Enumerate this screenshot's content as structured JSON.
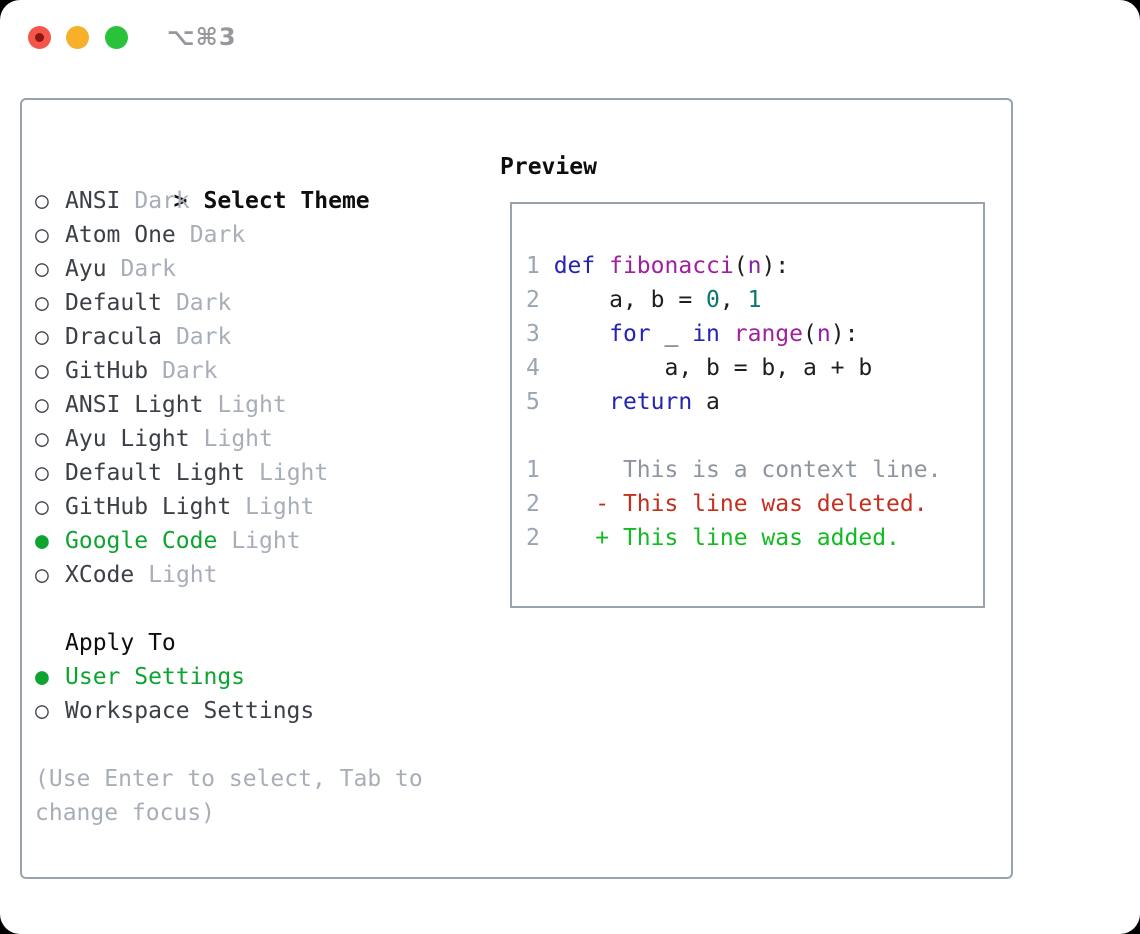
{
  "window": {
    "title": "⌥⌘3",
    "traffic_lights": [
      "close",
      "minimize",
      "zoom"
    ]
  },
  "picker": {
    "cursor": ">",
    "title": "Select Theme",
    "radio_unselected": "○",
    "radio_selected": "●",
    "items": [
      {
        "name": "ANSI",
        "variant": "Dark",
        "selected": false
      },
      {
        "name": "Atom One",
        "variant": "Dark",
        "selected": false
      },
      {
        "name": "Ayu",
        "variant": "Dark",
        "selected": false
      },
      {
        "name": "Default",
        "variant": "Dark",
        "selected": false
      },
      {
        "name": "Dracula",
        "variant": "Dark",
        "selected": false
      },
      {
        "name": "GitHub",
        "variant": "Dark",
        "selected": false
      },
      {
        "name": "ANSI Light",
        "variant": "Light",
        "selected": false
      },
      {
        "name": "Ayu Light",
        "variant": "Light",
        "selected": false
      },
      {
        "name": "Default Light",
        "variant": "Light",
        "selected": false
      },
      {
        "name": "GitHub Light",
        "variant": "Light",
        "selected": false
      },
      {
        "name": "Google Code",
        "variant": "Light",
        "selected": true
      },
      {
        "name": "XCode",
        "variant": "Light",
        "selected": false
      }
    ],
    "apply_to": {
      "label": "Apply To",
      "options": [
        {
          "name": "User Settings",
          "selected": true
        },
        {
          "name": "Workspace Settings",
          "selected": false
        }
      ]
    },
    "help_lines": [
      "(Use Enter to select, Tab to",
      "change focus)"
    ]
  },
  "preview": {
    "title": "Preview",
    "lines": [
      {
        "tokens": [
          [
            "ln",
            "1 "
          ],
          [
            "kw",
            "def"
          ],
          [
            "pl",
            " "
          ],
          [
            "fn",
            "fibonacci"
          ],
          [
            "pl",
            "("
          ],
          [
            "pm",
            "n"
          ],
          [
            "pl",
            "):"
          ]
        ]
      },
      {
        "tokens": [
          [
            "ln",
            "2 "
          ],
          [
            "pl",
            "    a, b = "
          ],
          [
            "nm",
            "0"
          ],
          [
            "pl",
            ", "
          ],
          [
            "nm",
            "1"
          ]
        ]
      },
      {
        "tokens": [
          [
            "ln",
            "3 "
          ],
          [
            "pl",
            "    "
          ],
          [
            "kw",
            "for"
          ],
          [
            "pl",
            " _ "
          ],
          [
            "kw",
            "in"
          ],
          [
            "pl",
            " "
          ],
          [
            "fn",
            "range"
          ],
          [
            "pl",
            "("
          ],
          [
            "pm",
            "n"
          ],
          [
            "pl",
            "):"
          ]
        ]
      },
      {
        "tokens": [
          [
            "ln",
            "4 "
          ],
          [
            "pl",
            "        a, b = b, a + b"
          ]
        ]
      },
      {
        "tokens": [
          [
            "ln",
            "5 "
          ],
          [
            "pl",
            "    "
          ],
          [
            "kw",
            "return"
          ],
          [
            "pl",
            " a"
          ]
        ]
      },
      {
        "tokens": []
      },
      {
        "tokens": [
          [
            "ln",
            "1 "
          ],
          [
            "ctx",
            "     This is a context line."
          ]
        ]
      },
      {
        "tokens": [
          [
            "ln",
            "2 "
          ],
          [
            "del",
            "   - This line was deleted."
          ]
        ]
      },
      {
        "tokens": [
          [
            "ln",
            "2 "
          ],
          [
            "add",
            "   + This line was added."
          ]
        ]
      }
    ]
  },
  "colors": {
    "border": "#9aa3ad",
    "header": "#0e0e10",
    "name": "#3b3f46",
    "bullet": "#43474e",
    "muted": "#a7aeb8",
    "ui_green": "#0da432",
    "add_green": "#12bb22",
    "del_red": "#c52f1d",
    "ctx_gray": "#8f959e",
    "linenum": "#9aa5b3",
    "kw_blue": "#2424b2",
    "fn_purple": "#a0219e",
    "param_purple": "#8a22a5",
    "num_teal": "#0d7474",
    "plain": "#1e1e1e",
    "title_gray": "#97979c",
    "tl_red": "#f4564c",
    "tl_red_dot": "#8c1711",
    "tl_yellow": "#f6b02a",
    "tl_green": "#29c23a"
  }
}
